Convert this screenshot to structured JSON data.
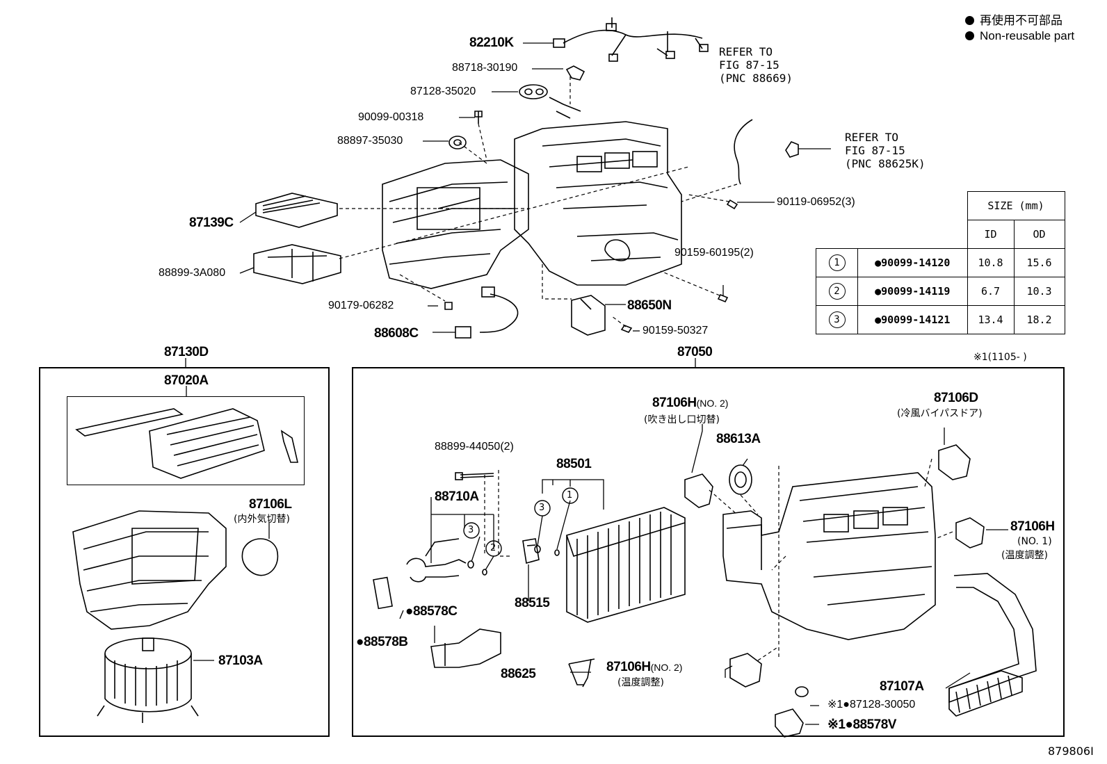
{
  "legend": {
    "line1": "再使用不可部品",
    "line2": "Non-reusable part"
  },
  "refer1": [
    "REFER TO",
    "FIG 87-15",
    "(PNC 88669)"
  ],
  "refer2": [
    "REFER TO",
    "FIG 87-15",
    "(PNC 88625K)"
  ],
  "size_table": {
    "header": "SIZE (mm)",
    "col_id": "ID",
    "col_od": "OD",
    "rows": [
      {
        "num": "1",
        "part": "●90099-14120",
        "id": "10.8",
        "od": "15.6"
      },
      {
        "num": "2",
        "part": "●90099-14119",
        "id": "6.7",
        "od": "10.3"
      },
      {
        "num": "3",
        "part": "●90099-14121",
        "id": "13.4",
        "od": "18.2"
      }
    ]
  },
  "note_1105": "※1(1105-     )",
  "figure_id": "879806I",
  "labels": {
    "p82210K": "82210K",
    "p88718": "88718-30190",
    "p87128_35020": "87128-35020",
    "p90099_00318": "90099-00318",
    "p88897": "88897-35030",
    "p87139C": "87139C",
    "p88899_3A080": "88899-3A080",
    "p90179": "90179-06282",
    "p88608C": "88608C",
    "p88650N": "88650N",
    "p90159_50327": "90159-50327",
    "p90159_60195": "90159-60195(2)",
    "p90119": "90119-06952(3)",
    "p87130D": "87130D",
    "p87050": "87050",
    "p87020A": "87020A",
    "p87106L": "87106L",
    "p87106L_jp": "(内外気切替)",
    "p87103A": "87103A",
    "p88899_44050": "88899-44050(2)",
    "p88710A": "88710A",
    "p88501": "88501",
    "p88515": "88515",
    "p88578C": "●88578C",
    "p88578B": "●88578B",
    "p88625": "88625",
    "p87106H_no2_top": "87106H",
    "p87106H_no2_top_sub": "(NO. 2)",
    "p87106H_no2_top_jp": "(吹き出し口切替)",
    "p88613A": "88613A",
    "p87106D": "87106D",
    "p87106D_jp": "(冷風バイパスドア)",
    "p87106H_no1": "87106H",
    "p87106H_no1_sub": "(NO. 1)",
    "p87106H_no1_jp": "(温度調整)",
    "p87106H_no2_bot": "87106H",
    "p87106H_no2_bot_sub": "(NO. 2)",
    "p87106H_no2_bot_jp": "(温度調整)",
    "p87107A": "87107A",
    "p87128_30050": "※1●87128-30050",
    "p88578V": "※1●88578V",
    "c3a": "3",
    "c1a": "1",
    "c3b": "3",
    "c2b": "2"
  }
}
